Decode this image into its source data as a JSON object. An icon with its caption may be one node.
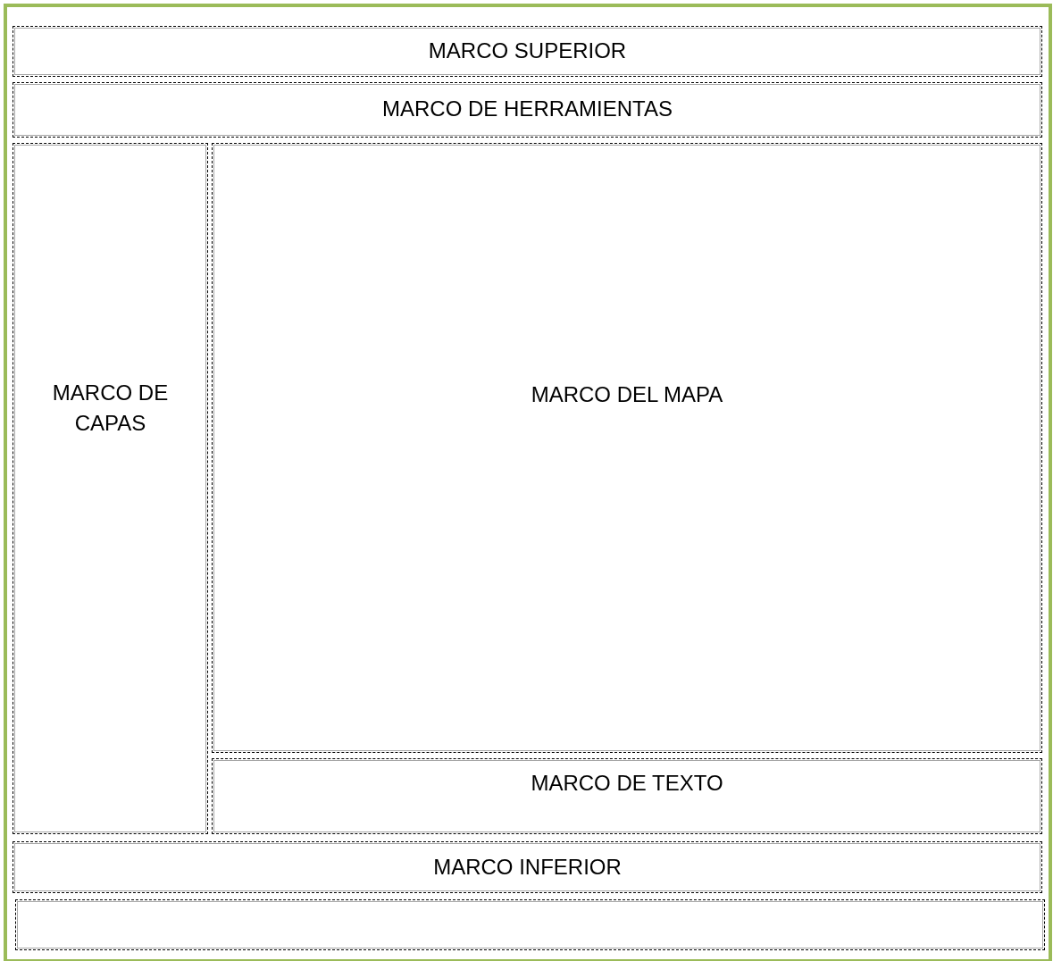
{
  "diagram": {
    "nodes": [
      {
        "text": [],
        "shape": "box"
      },
      {
        "text": [
          "MARCO SUPERIOR"
        ],
        "in": 0
      },
      {
        "text": [
          "MARCO DE HERRAMIENTAS"
        ],
        "in": 0
      },
      {
        "text": [
          "MARCO DE CAPAS"
        ],
        "in": 0
      },
      {
        "text": [
          "MARCO DEL MAPA"
        ],
        "in": 0
      },
      {
        "text": [
          "MARCO DE TEXTO"
        ],
        "in": 0
      },
      {
        "text": [
          "MARCO INFERIOR"
        ],
        "in": 0
      },
      {
        "text": [],
        "shape": "box",
        "in": 0
      }
    ]
  }
}
